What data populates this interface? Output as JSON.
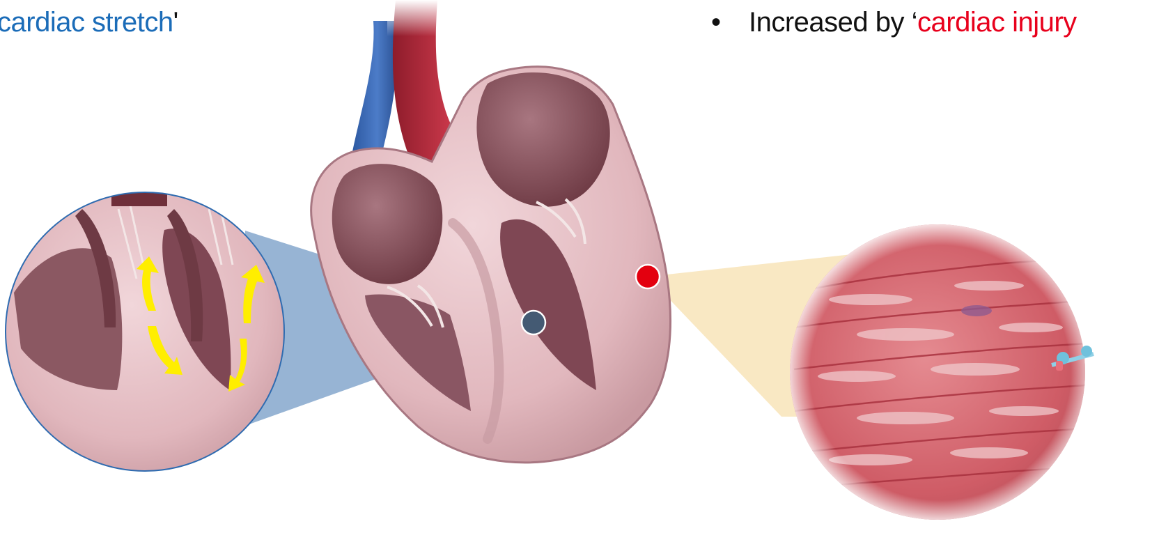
{
  "captions": {
    "left": {
      "highlight": "cardiac stretch",
      "suffix": "'"
    },
    "right": {
      "bullet": "•",
      "prefix": "Increased by ‘",
      "highlight": "cardiac injury"
    }
  },
  "colors": {
    "stretch_text": "#1b6cb8",
    "injury_text": "#e8001c",
    "stretch_marker": "#445a73",
    "injury_marker": "#e3000f",
    "stretch_arrows": "#ffee00",
    "stretch_callout": "#6f97c4",
    "injury_callout": "#f7dfac"
  },
  "icons": {
    "stretch_arrows": "curved-arrows-icon",
    "stretch_marker": "blue-dot-icon",
    "injury_marker": "red-dot-icon"
  }
}
